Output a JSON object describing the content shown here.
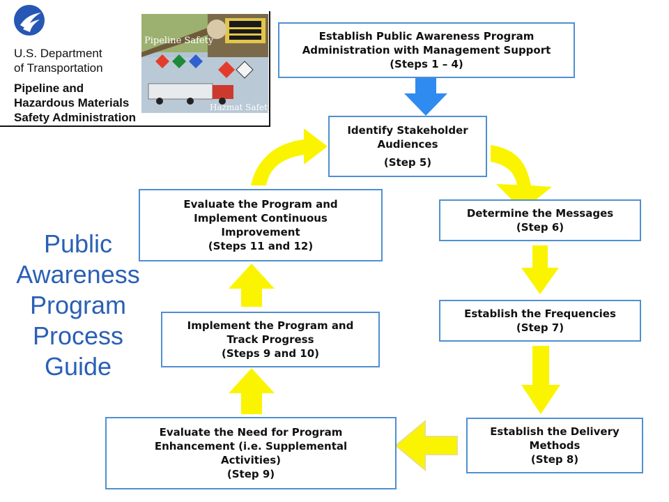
{
  "header": {
    "agency_line1": "U.S. Department",
    "agency_line2": "of Transportation",
    "admin_line1": "Pipeline and",
    "admin_line2": "Hazardous Materials",
    "admin_line3": "Safety Administration",
    "photo_caption_top": "Pipeline Safety",
    "photo_caption_bottom": "Hazmat Safety"
  },
  "title": {
    "line1": "Public",
    "line2": "Awareness",
    "line3": "Program",
    "line4": "Process",
    "line5": "Guide"
  },
  "steps": {
    "admin": {
      "line1": "Establish Public Awareness Program",
      "line2": "Administration with Management Support",
      "line3": "(Steps 1 – 4)"
    },
    "stakeholders": {
      "line1": "Identify Stakeholder",
      "line2": "Audiences",
      "line3": "(Step 5)"
    },
    "messages": {
      "line1": "Determine the Messages",
      "line2": "(Step 6)"
    },
    "frequencies": {
      "line1": "Establish the Frequencies",
      "line2": "(Step 7)"
    },
    "delivery": {
      "line1": "Establish the Delivery",
      "line2": "Methods",
      "line3": "(Step 8)"
    },
    "enhancement": {
      "line1": "Evaluate the Need for Program",
      "line2": "Enhancement (i.e. Supplemental",
      "line3": "Activities)",
      "line4": "(Step 9)"
    },
    "implement": {
      "line1": "Implement the Program and",
      "line2": "Track Progress",
      "line3": "(Steps 9 and 10)"
    },
    "evaluate": {
      "line1": "Evaluate the Program and",
      "line2": "Implement Continuous",
      "line3": "Improvement",
      "line4": "(Steps 11 and 12)"
    }
  },
  "colors": {
    "box_border": "#4f8fd0",
    "title_text": "#2a5fb5",
    "arrow_yellow": "#fbf400",
    "arrow_blue": "#2f8bf0"
  }
}
